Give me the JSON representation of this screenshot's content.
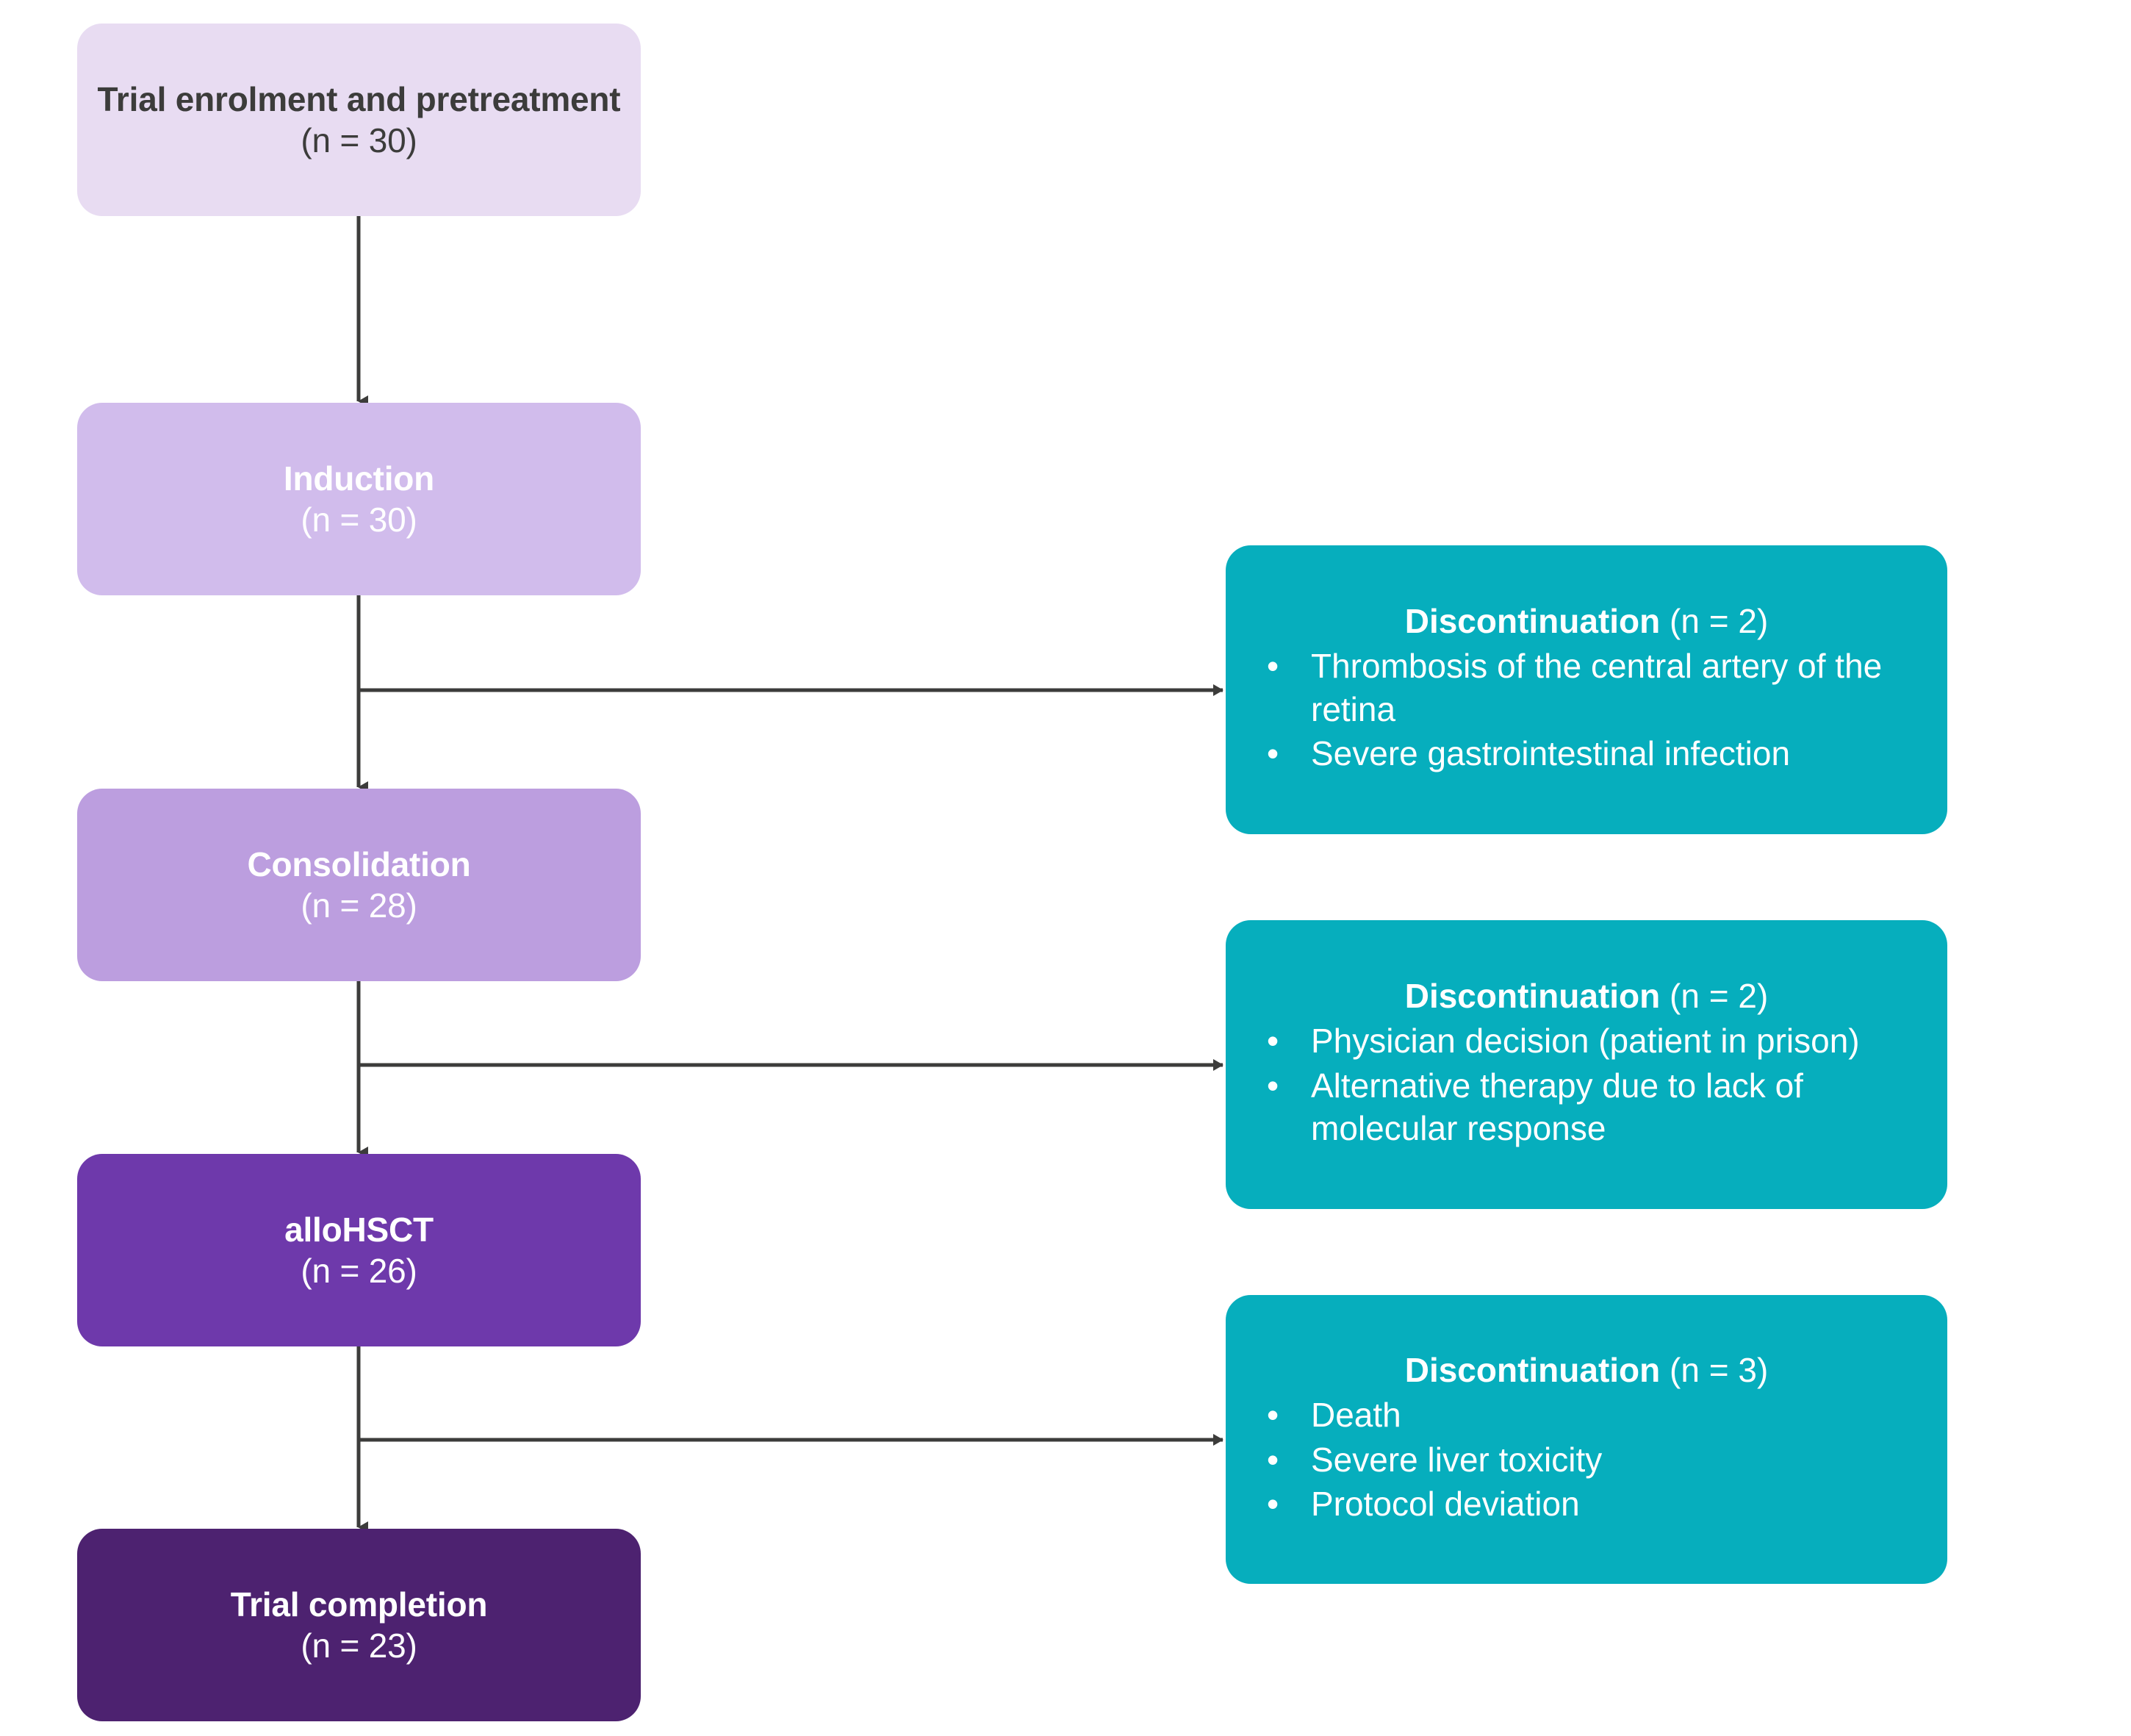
{
  "diagram": {
    "type": "clinical-trial-flow-chart",
    "colors": {
      "stage_1_bg": "#e8dcf2",
      "stage_1_text": "#3c3c3b",
      "stage_2_bg": "#d1bcec",
      "stage_3_bg": "#bc9edf",
      "stage_4_bg": "#6e39ab",
      "stage_5_bg": "#4d2270",
      "discontinuation_bg": "#06aebd",
      "arrow": "#3c3c3b",
      "background": "#ffffff"
    },
    "stages": [
      {
        "title": "Trial enrolment and pretreatment",
        "count": "(n = 30)"
      },
      {
        "title": "Induction",
        "count": "(n = 30)"
      },
      {
        "title": "Consolidation",
        "count": "(n = 28)"
      },
      {
        "title": "alloHSCT",
        "count": "(n = 26)"
      },
      {
        "title": "Trial completion",
        "count": "(n = 23)"
      }
    ],
    "discontinuations": [
      {
        "label": "Discontinuation",
        "count": "(n = 2)",
        "reasons": [
          "Thrombosis of the central artery of the retina",
          "Severe gastrointestinal infection"
        ],
        "bullet": "•"
      },
      {
        "label": "Discontinuation",
        "count": "(n = 2)",
        "reasons": [
          "Physician decision (patient in prison)",
          "Alternative therapy due to lack of molecular response"
        ],
        "bullet": "•"
      },
      {
        "label": "Discontinuation",
        "count": "(n = 3)",
        "reasons": [
          "Death",
          "Severe liver toxicity",
          "Protocol deviation"
        ],
        "bullet": "•"
      }
    ]
  }
}
